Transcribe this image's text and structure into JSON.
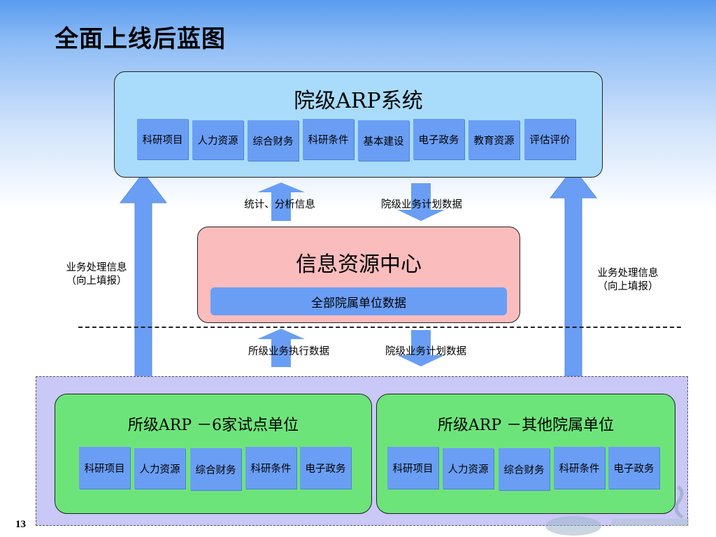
{
  "title": "全面上线后蓝图",
  "institute_arp": {
    "title": "院级ARP系统",
    "modules": [
      "科研项目",
      "人力资源",
      "综合财务",
      "科研条件",
      "基本建设",
      "电子政务",
      "教育资源",
      "评估评价"
    ]
  },
  "flows_top": {
    "up_label": "统计、分析信息",
    "down_label": "院级业务计划数据"
  },
  "info_center": {
    "title": "信息资源中心",
    "bar_label": "全部院属单位数据"
  },
  "flows_bottom": {
    "up_label": "所级业务执行数据",
    "down_label": "院级业务计划数据"
  },
  "side_left": {
    "line1": "业务处理信息",
    "line2": "（向上填报）"
  },
  "side_right": {
    "line1": "业务处理信息",
    "line2": "（向上填报）"
  },
  "pilot_group": {
    "title": "所级ARP －6家试点单位",
    "modules": [
      "科研项目",
      "人力资源",
      "综合财务",
      "科研条件",
      "电子政务"
    ]
  },
  "other_group": {
    "title": "所级ARP －其他院属单位",
    "modules": [
      "科研项目",
      "人力资源",
      "综合财务",
      "科研条件",
      "电子政务"
    ]
  },
  "page_number": "13",
  "colors": {
    "arrow": "#6a9ef4",
    "module": "#6a9ef4",
    "arp_box": "#a8dcfa",
    "info_box": "#fbbcbd",
    "group_box": "#6de47a",
    "bottom_region": "#c9c8f6"
  }
}
